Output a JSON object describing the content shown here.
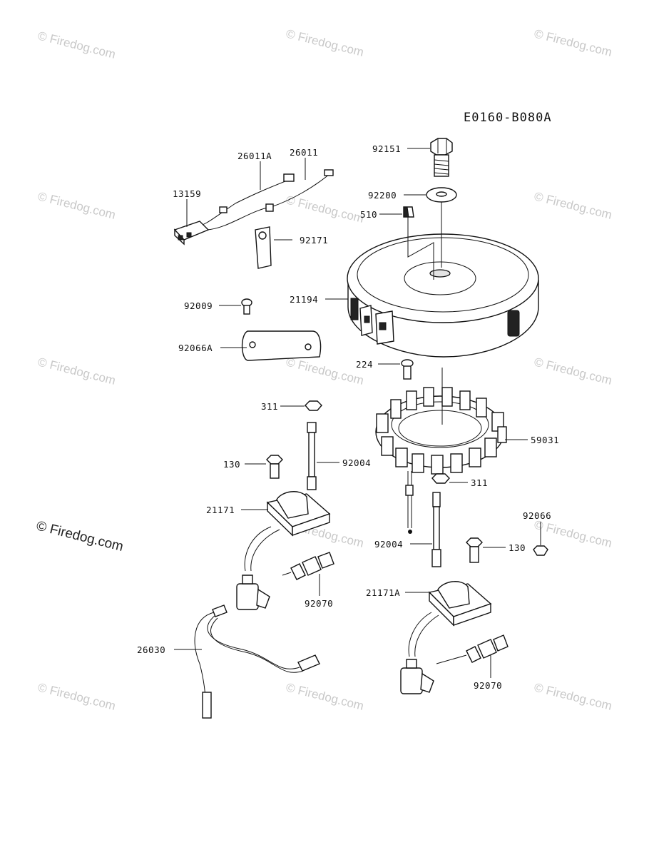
{
  "diagram": {
    "code": "E0160-B080A",
    "watermark": "© Firedog.com",
    "parts": [
      {
        "id": "92151"
      },
      {
        "id": "92200"
      },
      {
        "id": "510"
      },
      {
        "id": "26011A"
      },
      {
        "id": "26011"
      },
      {
        "id": "13159"
      },
      {
        "id": "92171"
      },
      {
        "id": "21194"
      },
      {
        "id": "92009"
      },
      {
        "id": "92066A"
      },
      {
        "id": "224"
      },
      {
        "id": "311"
      },
      {
        "id": "59031"
      },
      {
        "id": "130"
      },
      {
        "id": "92004"
      },
      {
        "id": "311"
      },
      {
        "id": "21171"
      },
      {
        "id": "92066"
      },
      {
        "id": "92004"
      },
      {
        "id": "130"
      },
      {
        "id": "92070"
      },
      {
        "id": "21171A"
      },
      {
        "id": "26030"
      },
      {
        "id": "92070"
      }
    ]
  }
}
